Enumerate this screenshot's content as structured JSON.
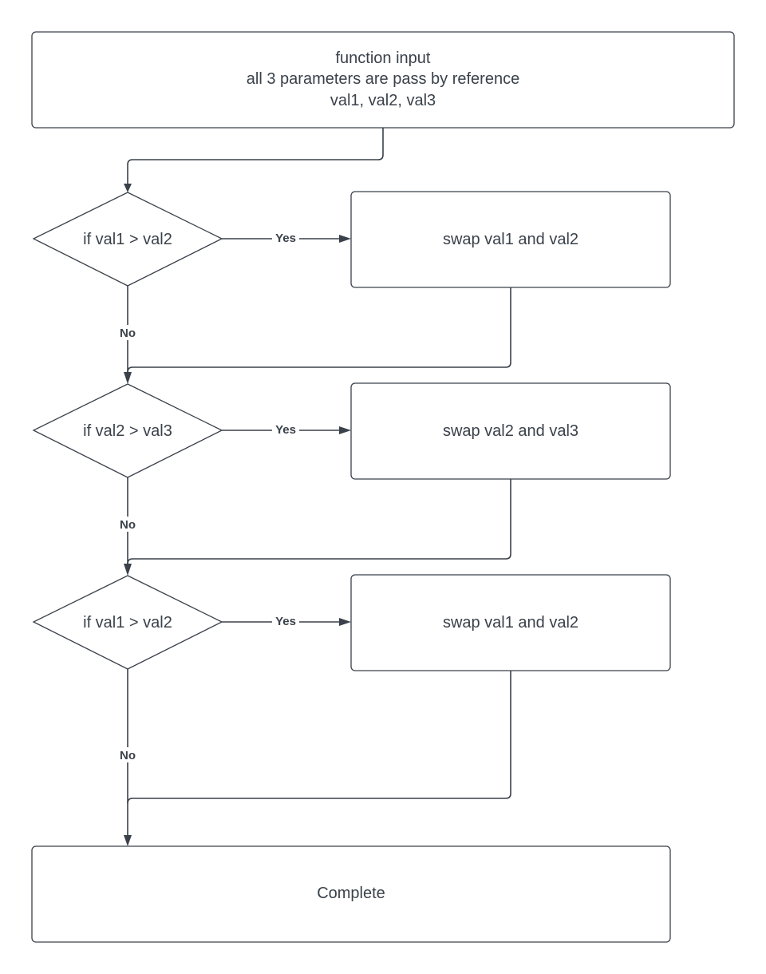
{
  "colors": {
    "stroke": "#3a414a",
    "text": "#3a414a",
    "background": "#ffffff"
  },
  "start": {
    "lines": [
      "function input",
      "all 3 parameters are pass by reference",
      "val1, val2, val3"
    ]
  },
  "steps": [
    {
      "condition": "if val1 > val2",
      "action": "swap val1 and val2",
      "yes_label": "Yes",
      "no_label": "No"
    },
    {
      "condition": "if val2 > val3",
      "action": "swap val2 and val3",
      "yes_label": "Yes",
      "no_label": "No"
    },
    {
      "condition": "if val1 > val2",
      "action": "swap val1 and val2",
      "yes_label": "Yes",
      "no_label": "No"
    }
  ],
  "end": {
    "label": "Complete"
  }
}
